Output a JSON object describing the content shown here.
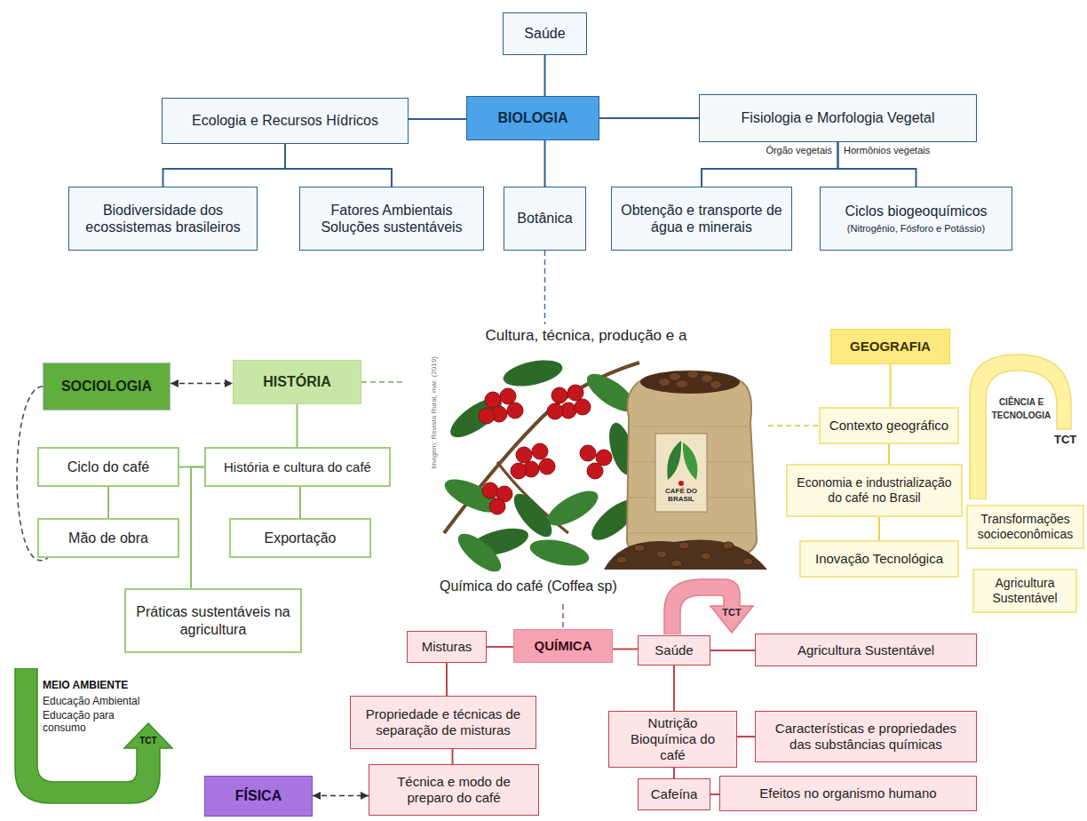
{
  "diagram": {
    "nodes": [
      {
        "text": [
          "Saúde"
        ]
      },
      {
        "text": [
          "Ecologia e Recursos Hídricos"
        ]
      },
      {
        "text": [
          "BIOLOGIA"
        ]
      },
      {
        "text": [
          "Fisiologia e Morfologia Vegetal"
        ]
      },
      {
        "text": [
          "Biodiversidade dos ecossistemas brasileiros"
        ]
      },
      {
        "text": [
          "Fatores Ambientais",
          "Soluções sustentáveis"
        ]
      },
      {
        "text": [
          "Botânica"
        ]
      },
      {
        "text": [
          "Obtenção e transporte de água e minerais"
        ]
      },
      {
        "text": [
          "Ciclos biogeoquímicos",
          "(Nitrogênio, Fósforo e Potássio)"
        ]
      },
      {
        "text": [
          "Cultura, técnica, produção e a",
          "Química do café (Coffea sp)"
        ]
      },
      {
        "text": [
          "SOCIOLOGIA"
        ]
      },
      {
        "text": [
          "HISTÓRIA"
        ]
      },
      {
        "text": [
          "GEOGRAFIA"
        ]
      },
      {
        "text": [
          "CIÊNCIA E TECNOLOGIA",
          "TCT"
        ]
      },
      {
        "text": [
          "Contexto geográfico"
        ]
      },
      {
        "text": [
          "Ciclo do café"
        ]
      },
      {
        "text": [
          "História e cultura do café"
        ]
      },
      {
        "text": [
          "Economia e industrialização do café no Brasil"
        ]
      },
      {
        "text": [
          "Transformações socioeconômicas"
        ]
      },
      {
        "text": [
          "Mão de obra"
        ]
      },
      {
        "text": [
          "Exportação"
        ]
      },
      {
        "text": [
          "Inovação Tecnológica"
        ]
      },
      {
        "text": [
          "Agricultura Sustentável"
        ]
      },
      {
        "text": [
          "Práticas sustentáveis na agricultura"
        ]
      },
      {
        "text": [
          "Misturas"
        ]
      },
      {
        "text": [
          "QUÍMICA"
        ]
      },
      {
        "text": [
          "TCT"
        ]
      },
      {
        "text": [
          "Saúde"
        ]
      },
      {
        "text": [
          "Agricultura Sustentável"
        ]
      },
      {
        "text": [
          "MEIO AMBIENTE",
          "Educação Ambiental",
          "Educação para consumo",
          "TCT"
        ]
      },
      {
        "text": [
          "Propriedade e técnicas de separação de misturas"
        ]
      },
      {
        "text": [
          "Nutrição",
          "Bioquímica do café"
        ]
      },
      {
        "text": [
          "Características e propriedades das substâncias químicas"
        ]
      },
      {
        "text": [
          "FÍSICA"
        ]
      },
      {
        "text": [
          "Técnica e modo de preparo do café"
        ]
      },
      {
        "text": [
          "Cafeína"
        ]
      },
      {
        "text": [
          "Efeitos no organismo humano"
        ]
      }
    ],
    "edges": [
      {
        "from": 0,
        "to": 2,
        "arrow": "none"
      },
      {
        "from": 2,
        "to": 1,
        "arrow": "none"
      },
      {
        "from": 2,
        "to": 3,
        "arrow": "none"
      },
      {
        "from": 2,
        "to": 6,
        "arrow": "none"
      },
      {
        "from": 1,
        "to": 4,
        "arrow": "none"
      },
      {
        "from": 1,
        "to": 5,
        "arrow": "none"
      },
      {
        "from": 3,
        "to": 7,
        "arrow": "none"
      },
      {
        "from": 3,
        "to": 8,
        "arrow": "none"
      },
      {
        "from": 6,
        "to": 9,
        "arrow": "none"
      },
      {
        "from": 10,
        "to": 11,
        "arrow": "both"
      },
      {
        "from": 11,
        "to": 9,
        "arrow": "none"
      },
      {
        "from": 11,
        "to": 16,
        "arrow": "none"
      },
      {
        "from": 16,
        "to": 15,
        "arrow": "none"
      },
      {
        "from": 16,
        "to": 20,
        "arrow": "none"
      },
      {
        "from": 15,
        "to": 19,
        "arrow": "none"
      },
      {
        "from": 16,
        "to": 23,
        "arrow": "none"
      },
      {
        "from": 10,
        "to": 19,
        "arrow": "none"
      },
      {
        "from": 9,
        "to": 14,
        "arrow": "none"
      },
      {
        "from": 12,
        "to": 14,
        "arrow": "none"
      },
      {
        "from": 14,
        "to": 17,
        "arrow": "none"
      },
      {
        "from": 17,
        "to": 21,
        "arrow": "none"
      },
      {
        "from": 9,
        "to": 25,
        "arrow": "none"
      },
      {
        "from": 24,
        "to": 25,
        "arrow": "none"
      },
      {
        "from": 25,
        "to": 27,
        "arrow": "none"
      },
      {
        "from": 24,
        "to": 30,
        "arrow": "none"
      },
      {
        "from": 30,
        "to": 34,
        "arrow": "none"
      },
      {
        "from": 33,
        "to": 34,
        "arrow": "both"
      },
      {
        "from": 27,
        "to": 28,
        "arrow": "none"
      },
      {
        "from": 27,
        "to": 31,
        "arrow": "none"
      },
      {
        "from": 31,
        "to": 32,
        "arrow": "none"
      },
      {
        "from": 31,
        "to": 35,
        "arrow": "none"
      },
      {
        "from": 35,
        "to": 36,
        "arrow": "none"
      }
    ],
    "labels": [
      "Órgão vegetais",
      "Hormônios vegetais",
      "Imagem: Revista Rural, mar. (2019)",
      "CAFÉ DO BRASIL"
    ]
  }
}
